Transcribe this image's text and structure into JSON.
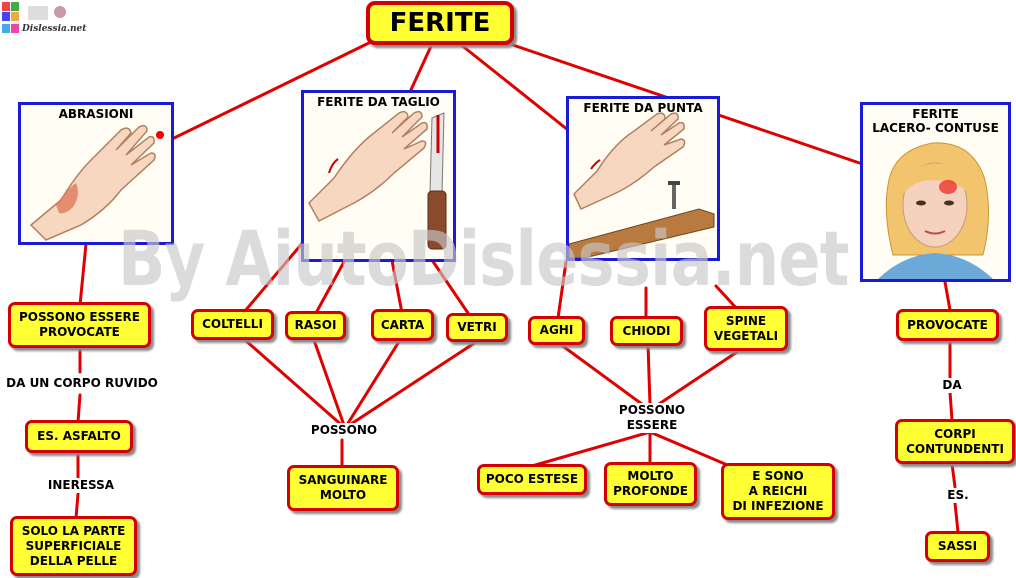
{
  "logo": {
    "text": "Dislessia.net",
    "icon_name": "aiutodislessia-logo-icon"
  },
  "watermark": "By AiutoDislessia.net",
  "colors": {
    "node_fill": "#ffff33",
    "node_border": "#d40000",
    "line": "#e00000",
    "image_border": "#1a1ad8"
  },
  "title": "FERITE",
  "categories": {
    "abrasioni": {
      "label": "ABRASIONI",
      "image": "hand-abrasion-icon"
    },
    "taglio": {
      "label": "FERITE DA TAGLIO",
      "image": "hand-knife-cut-icon"
    },
    "punta": {
      "label": "FERITE DA PUNTA",
      "image": "hand-nail-puncture-icon"
    },
    "lacero": {
      "label": "FERITE\nLACERO- CONTUSE",
      "image": "woman-head-bruise-icon"
    }
  },
  "abrasioni_branch": {
    "node1": "POSSONO ESSERE\nPROVOCATE",
    "link1": "DA UN CORPO RUVIDO",
    "node2": "ES. ASFALTO",
    "link2": "INERESSA",
    "node3": "SOLO LA PARTE\nSUPERFICIALE\nDELLA PELLE"
  },
  "taglio_branch": {
    "items": [
      "COLTELLI",
      "RASOI",
      "CARTA",
      "VETRI"
    ],
    "link": "POSSONO",
    "result": "SANGUINARE\nMOLTO"
  },
  "punta_branch": {
    "items": [
      "AGHI",
      "CHIODI",
      "SPINE\nVEGETALI"
    ],
    "link": "POSSONO\nESSERE",
    "results": [
      "POCO ESTESE",
      "MOLTO\nPROFONDE",
      "E SONO\nA REICHI\nDI INFEZIONE"
    ]
  },
  "lacero_branch": {
    "node1": "PROVOCATE",
    "link1": "DA",
    "node2": "CORPI\nCONTUNDENTI",
    "link2": "ES.",
    "node3": "SASSI"
  }
}
